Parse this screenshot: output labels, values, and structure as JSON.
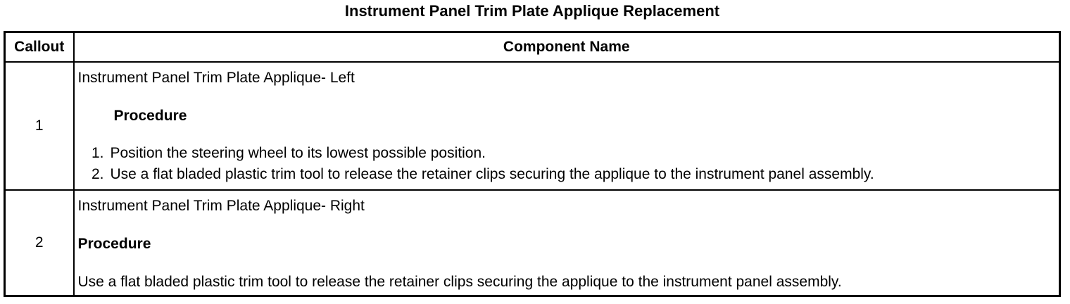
{
  "document": {
    "title": "Instrument Panel Trim Plate Applique Replacement"
  },
  "table": {
    "headers": {
      "callout": "Callout",
      "component_name": "Component Name"
    },
    "rows": [
      {
        "callout": "1",
        "component": "Instrument Panel Trim Plate Applique- Left",
        "procedure_heading": "Procedure",
        "steps": [
          {
            "number": "1.",
            "text": "Position the steering wheel to its lowest possible position."
          },
          {
            "number": "2.",
            "text": "Use a flat bladed plastic trim tool to release the retainer clips securing the applique to the instrument panel assembly."
          }
        ]
      },
      {
        "callout": "2",
        "component": "Instrument Panel Trim Plate Applique- Right",
        "procedure_heading": "Procedure",
        "procedure_text": "Use a flat bladed plastic trim tool to release the retainer clips securing the applique to the instrument panel assembly."
      }
    ]
  }
}
